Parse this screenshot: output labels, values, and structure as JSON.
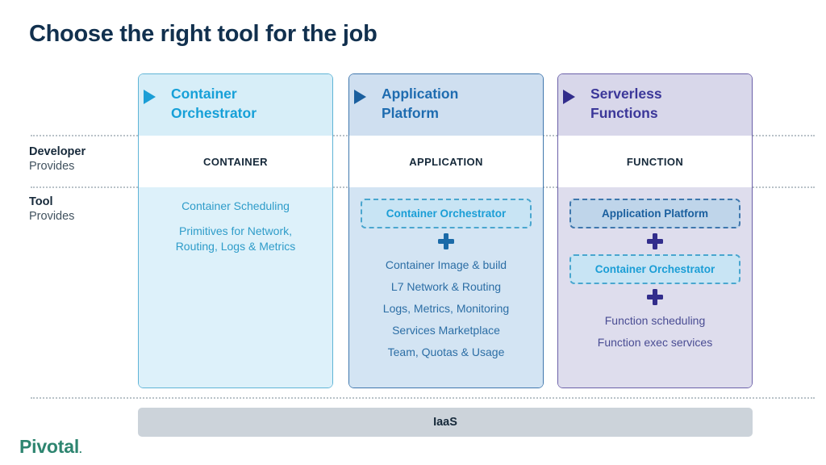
{
  "slide": {
    "title": "Choose the right tool for the job",
    "logo": {
      "text": "Pivotal",
      "mark": "."
    }
  },
  "rows": [
    {
      "strong": "Developer",
      "light": "Provides"
    },
    {
      "strong": "Tool",
      "light": "Provides"
    }
  ],
  "columns": [
    {
      "id": "container-orchestrator",
      "heading_line1": "Container",
      "heading_line2": "Orchestrator",
      "developer_provides": "CONTAINER",
      "accent": "#16a0d8",
      "header_bg": "#d7eef8",
      "body_bg": "#ddf1fa",
      "border": "#5fb4d6",
      "items": [
        "Container Scheduling",
        "Primitives for Network,",
        "Routing, Logs & Metrics"
      ]
    },
    {
      "id": "application-platform",
      "heading_line1": "Application",
      "heading_line2": "Platform",
      "developer_provides": "APPLICATION",
      "accent": "#1e6cb0",
      "header_bg": "#cfdff0",
      "body_bg": "#d3e4f3",
      "border": "#3f77ad",
      "chip1": "Container Orchestrator",
      "items": [
        "Container Image & build",
        "L7 Network & Routing",
        "Logs, Metrics, Monitoring",
        "Services Marketplace",
        "Team, Quotas & Usage"
      ]
    },
    {
      "id": "serverless-functions",
      "heading_line1": "Serverless",
      "heading_line2": "Functions",
      "developer_provides": "FUNCTION",
      "accent": "#3b3799",
      "header_bg": "#d8d7ea",
      "body_bg": "#dedded",
      "border": "#6a5fa8",
      "chip1": "Application Platform",
      "chip2": "Container Orchestrator",
      "items": [
        "Function scheduling",
        "Function exec services"
      ]
    }
  ],
  "footer": {
    "iaas_label": "IaaS"
  }
}
